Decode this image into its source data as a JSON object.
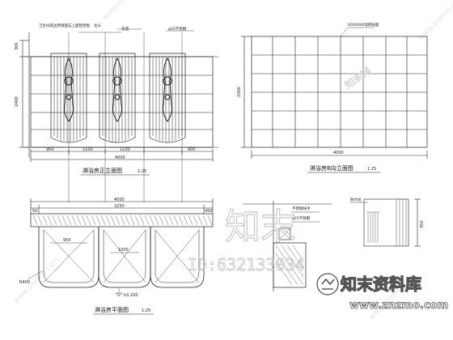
{
  "views": {
    "front_elevation": {
      "title": "淋浴房正立面图",
      "scale": "1:25",
      "overall_width": "4000",
      "height": "2400",
      "top_height": "300",
      "segments": [
        "900",
        "1100",
        "1100",
        "900"
      ],
      "notes": [
        "卫生间底边用镜面石上面铝塑板",
        "龙头",
        "花洒",
        "φ25不锈钢"
      ]
    },
    "side_elevation": {
      "title": "淋浴房B向立面图",
      "scale": "1:25",
      "overall_width": "4000",
      "height": "2400",
      "tile_note": "600X400墙砖贴面"
    },
    "plan": {
      "title": "淋浴房平面图",
      "scale": "1:25",
      "overall_width": "4000",
      "inner_width": "3250",
      "left_dim": "50",
      "right_dim": "450",
      "inner_dims": [
        "950",
        "1000"
      ],
      "radius": "R400",
      "level": "±0.100"
    },
    "detail": {
      "notes": [
        "不锈钢扶手",
        "φ25不锈钢",
        "防水层"
      ],
      "dim": "350"
    }
  },
  "watermark": {
    "big_text": "知末",
    "id_text": "ID:632133034",
    "brand": "知末资料库",
    "url": "www.znzmo.com",
    "diag_text": "www.znzmo.com",
    "stamp_text": "知末网"
  }
}
